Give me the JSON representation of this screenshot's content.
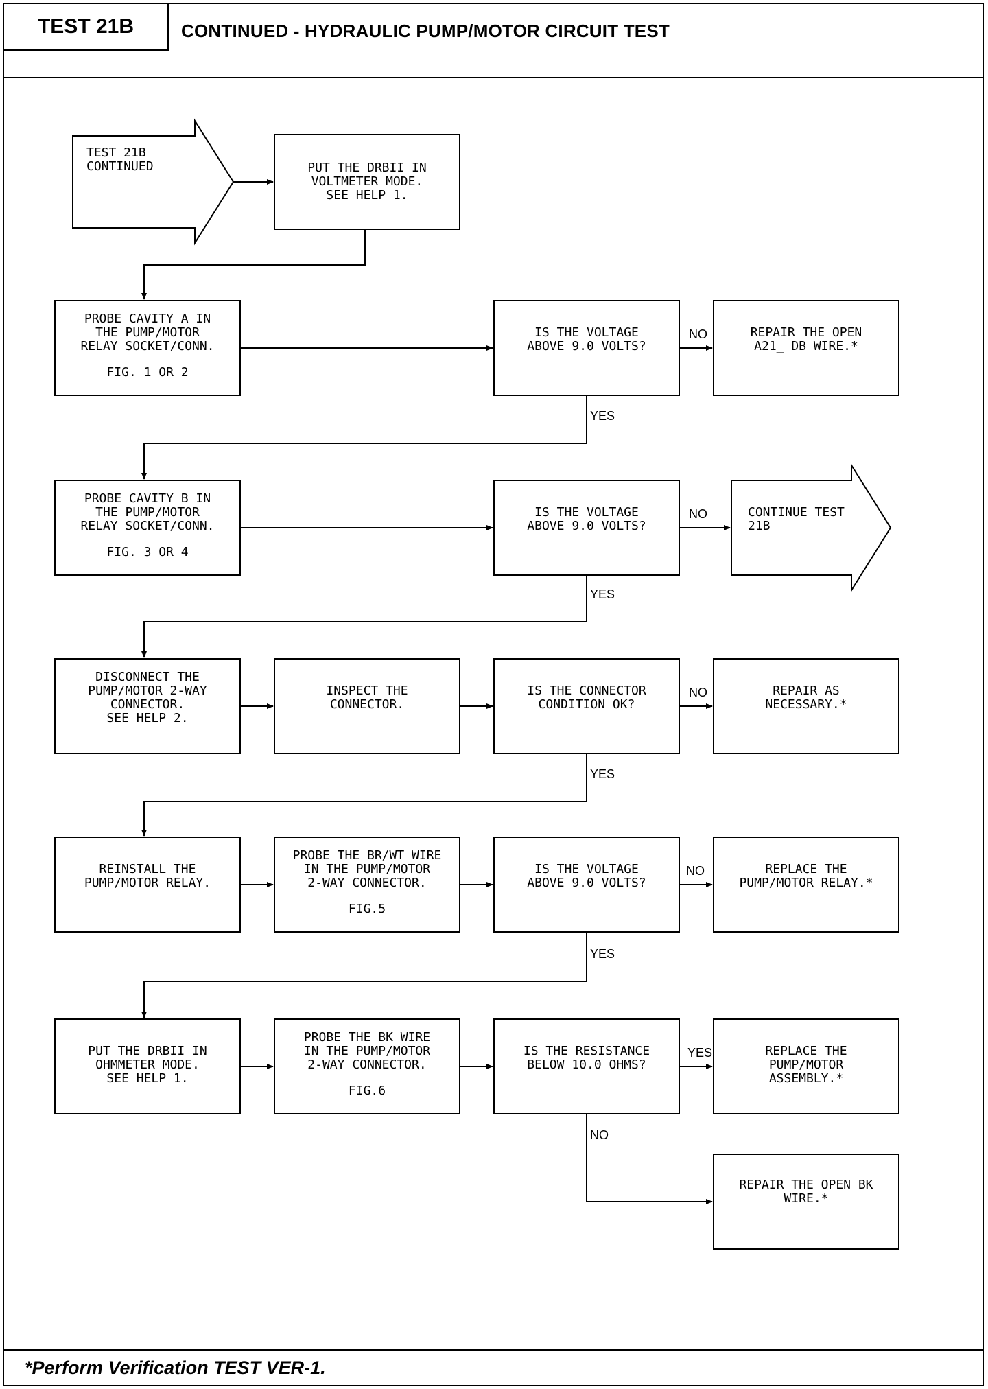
{
  "header": {
    "test_id": "TEST 21B",
    "title": "CONTINUED - HYDRAULIC PUMP/MOTOR CIRCUIT TEST"
  },
  "footer": {
    "note": "*Perform Verification TEST VER-1."
  },
  "flow": {
    "start": [
      "TEST 21B",
      "CONTINUED"
    ],
    "put_voltmeter": [
      "PUT THE DRBII IN",
      "VOLTMETER MODE.",
      "SEE HELP 1."
    ],
    "probe_a": [
      "PROBE CAVITY A IN",
      "THE PUMP/MOTOR",
      "RELAY SOCKET/CONN."
    ],
    "probe_a_fig": "FIG. 1 OR 2",
    "q_voltage_1": [
      "IS THE VOLTAGE",
      "ABOVE 9.0 VOLTS?"
    ],
    "repair_a21": [
      "REPAIR THE OPEN",
      "A21_ DB WIRE.*"
    ],
    "probe_b": [
      "PROBE CAVITY B IN",
      "THE PUMP/MOTOR",
      "RELAY SOCKET/CONN."
    ],
    "probe_b_fig": "FIG. 3 OR 4",
    "q_voltage_2": [
      "IS THE VOLTAGE",
      "ABOVE 9.0 VOLTS?"
    ],
    "continue_test": [
      "CONTINUE TEST",
      "21B"
    ],
    "disconnect": [
      "DISCONNECT THE",
      "PUMP/MOTOR 2-WAY",
      "CONNECTOR.",
      "SEE HELP 2."
    ],
    "inspect": [
      "INSPECT THE",
      "CONNECTOR."
    ],
    "q_connector": [
      "IS THE CONNECTOR",
      "CONDITION OK?"
    ],
    "repair_necessary": [
      "REPAIR AS",
      "NECESSARY.*"
    ],
    "reinstall": [
      "REINSTALL THE",
      "PUMP/MOTOR RELAY."
    ],
    "probe_brwt": [
      "PROBE THE BR/WT WIRE",
      "IN THE PUMP/MOTOR",
      "2-WAY CONNECTOR."
    ],
    "probe_brwt_fig": "FIG.5",
    "q_voltage_3": [
      "IS THE VOLTAGE",
      "ABOVE 9.0 VOLTS?"
    ],
    "replace_relay": [
      "REPLACE THE",
      "PUMP/MOTOR RELAY.*"
    ],
    "put_ohmmeter": [
      "PUT THE DRBII IN",
      "OHMMETER MODE.",
      "SEE HELP 1."
    ],
    "probe_bk": [
      "PROBE THE BK WIRE",
      "IN THE PUMP/MOTOR",
      "2-WAY CONNECTOR."
    ],
    "probe_bk_fig": "FIG.6",
    "q_resistance": [
      "IS THE RESISTANCE",
      "BELOW 10.0 OHMS?"
    ],
    "replace_assembly": [
      "REPLACE THE",
      "PUMP/MOTOR",
      "ASSEMBLY.*"
    ],
    "repair_bk": [
      "REPAIR THE OPEN BK",
      "WIRE.*"
    ]
  },
  "labels": {
    "yes": "YES",
    "no": "NO"
  }
}
